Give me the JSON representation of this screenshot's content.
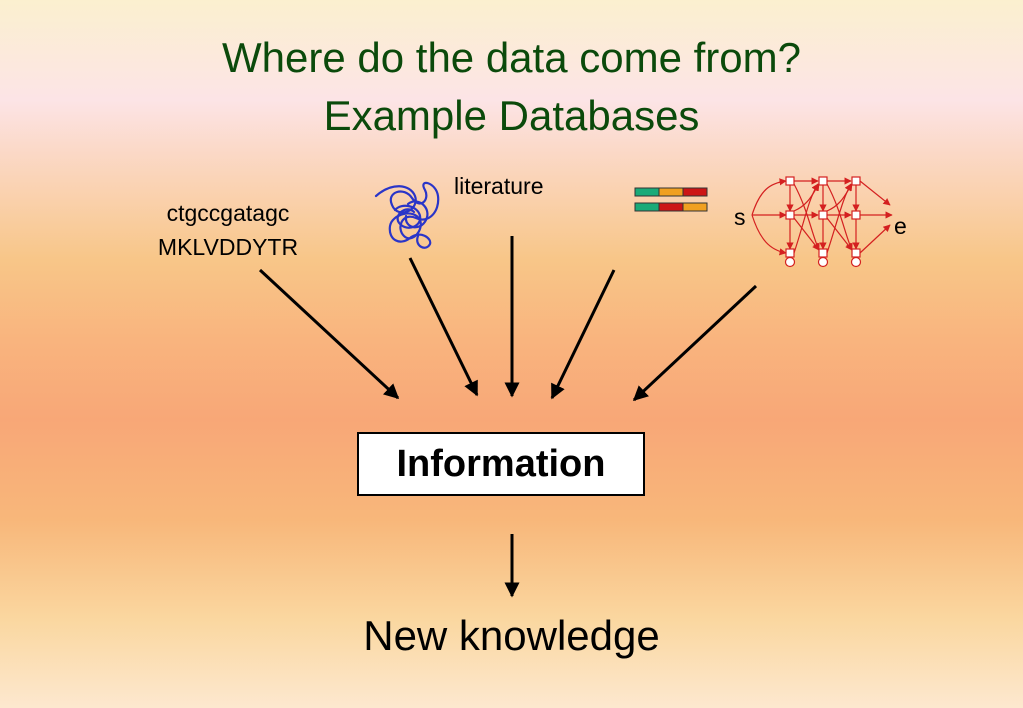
{
  "slide": {
    "title_line1": "Where do the data come from?",
    "title_line2": "Example Databases",
    "sequence_dna": "ctgccgatagc",
    "sequence_protein": "MKLVDDYTR",
    "literature_label": "literature",
    "pathway_start": "s",
    "pathway_end": "e",
    "information_label": "Information",
    "result_label": "New knowledge"
  },
  "icons": {
    "structure": "protein-structure-icon",
    "expression": "expression-bars-icon",
    "pathway": "pathway-network-icon"
  },
  "colors": {
    "title": "#0b4a0b",
    "structure_line": "#2a35c8",
    "network": "#d42020",
    "bar_green": "#1aaa78",
    "bar_orange": "#f0a020",
    "bar_red": "#cc1515"
  }
}
